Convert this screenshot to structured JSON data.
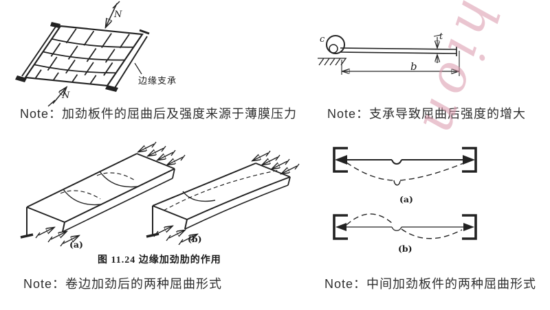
{
  "page": {
    "kind": "scanned lecture page on post-buckling of thin plates",
    "background": "#ffffff"
  },
  "colors": {
    "text": "#2e2e2e",
    "line": "#222222",
    "watermark": "#d896aa"
  },
  "notes": {
    "top_left": "Note：加劲板件的屈曲后及强度来源于薄膜压力",
    "top_right": "Note：支承导致屈曲后强度的增大",
    "bottom_left": "Note：卷边加劲后的两种屈曲形式",
    "bottom_right": "Note：中间加劲板件的两种屈曲形式"
  },
  "figures": {
    "stiffened_plate": {
      "load_label": "N",
      "edge_support_label": "边缘支承"
    },
    "supported_strip": {
      "corner_label": "c",
      "thickness_label": "t",
      "width_label": "b"
    },
    "edge_stiffened": {
      "caption": "图 11.24  边缘加劲肋的作用",
      "label_a": "(a)",
      "label_b": "(b)"
    },
    "intermediate_stiffened": {
      "label_a": "(a)",
      "label_b": "(b)"
    }
  },
  "watermark": {
    "text": "shion"
  }
}
